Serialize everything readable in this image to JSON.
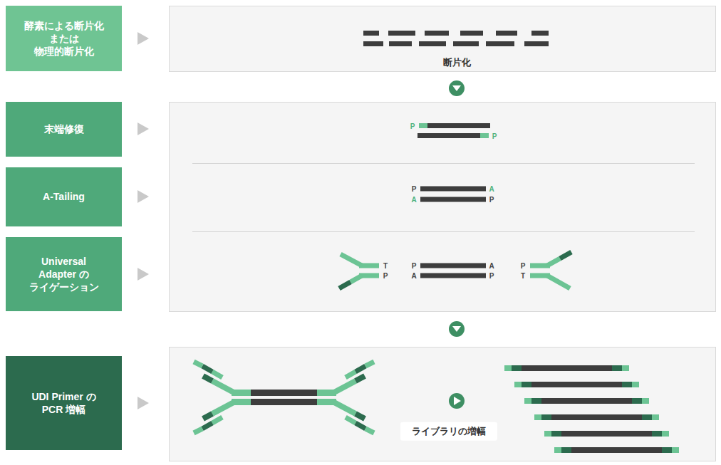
{
  "diagram": {
    "nodes": [
      {
        "text": [
          "酵素による断片化 または 物理的断片化"
        ]
      },
      {
        "text": [
          "末端修復"
        ]
      },
      {
        "text": [
          "A-Tailing"
        ]
      },
      {
        "text": [
          "Universal Adapter の ライゲーション"
        ]
      },
      {
        "text": [
          "UDI Primer の PCR 増幅"
        ]
      }
    ],
    "labels": [
      "断片化",
      "P",
      "P",
      "P",
      "A",
      "A",
      "P",
      "T",
      "P",
      "A",
      "P",
      "P",
      "A",
      "P",
      "T",
      "ライブラリの増幅"
    ]
  }
}
